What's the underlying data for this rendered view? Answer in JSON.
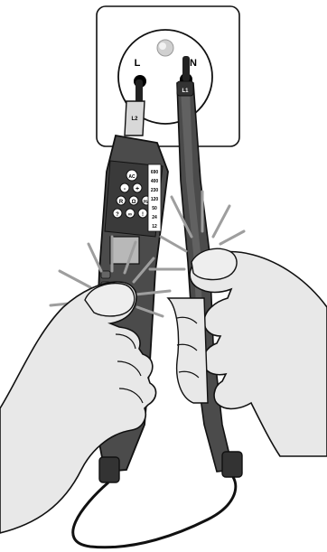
{
  "socket": {
    "left_terminal_label": "L",
    "right_terminal_label": "N"
  },
  "tester": {
    "left_probe_tip_label": "L2",
    "right_probe_tip_label": "L1",
    "keypad": {
      "top_symbol": "AC",
      "symbols": [
        "-",
        "+",
        "R",
        "Ω",
        "Hz",
        "?",
        "∞",
        "!"
      ],
      "scale_values": [
        "690",
        "400",
        "230",
        "120",
        "50",
        "24",
        "12"
      ]
    }
  },
  "colors": {
    "outline": "#111111",
    "tester_body": "#4b4b4b",
    "tester_body_light": "#777777",
    "skin": "#e8e8e8",
    "glow": "#9e9e9e",
    "socket_fill": "#ffffff",
    "terminal_fill": "#000000",
    "earth_pin": "#cfcfcf"
  }
}
